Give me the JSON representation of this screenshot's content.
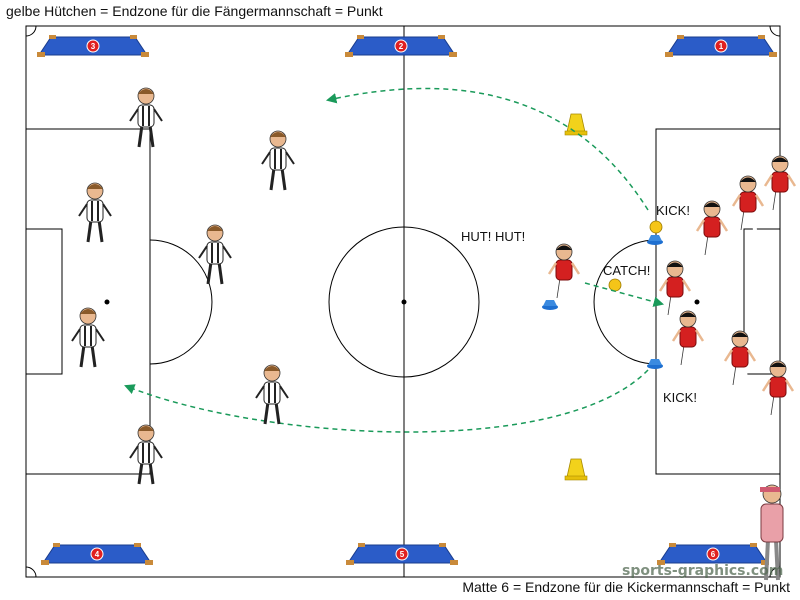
{
  "captions": {
    "top": "gelbe Hütchen = Endzone für die Fängermannschaft = Punkt",
    "bottom": "Matte 6 = Endzone für die Kickermannschaft = Punkt"
  },
  "labels": {
    "hut": "HUT! HUT!",
    "catch": "CATCH!",
    "kick_top": "KICK!",
    "kick_bottom": "KICK!"
  },
  "mats": [
    "1",
    "2",
    "3",
    "4",
    "5",
    "6"
  ],
  "watermark": "sports-graphics.com",
  "colors": {
    "field_lines": "#000000",
    "mat_blue": "#2b5cc8",
    "mat_number": "#e02020",
    "arrow_green": "#1a9a5a",
    "cone_yellow": "#f2d21b",
    "cone_blue": "#1e6fd0",
    "team_red": "#d42020",
    "team_white_black": "#ffffff"
  }
}
